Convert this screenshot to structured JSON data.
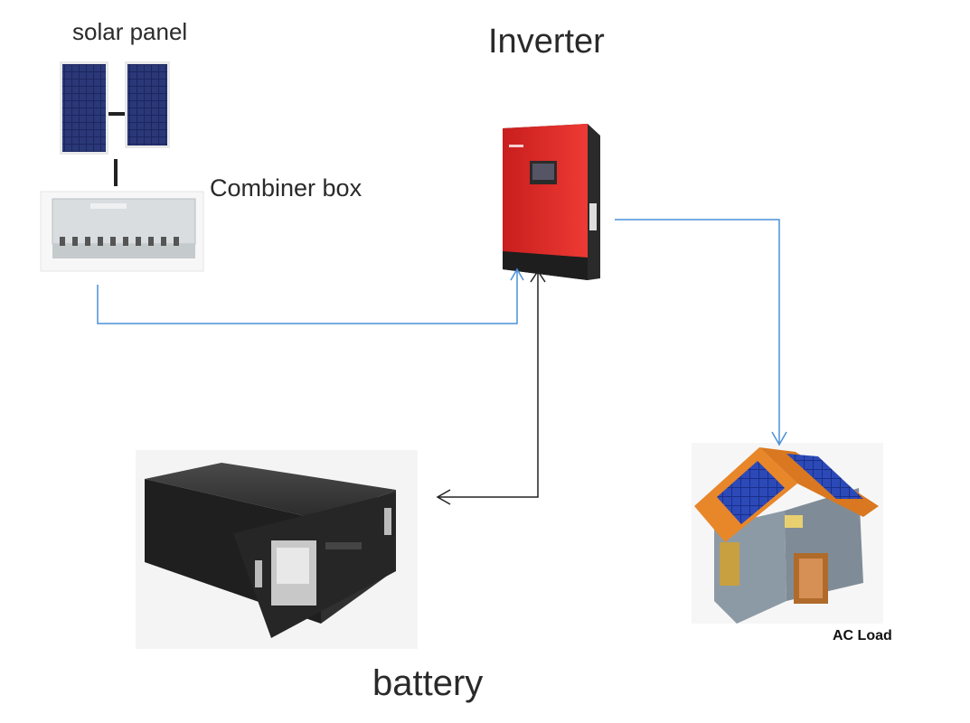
{
  "labels": {
    "solar_panel": "solar panel",
    "inverter": "Inverter",
    "combiner_box": "Combiner box",
    "battery": "battery",
    "ac_load": "AC Load"
  },
  "colors": {
    "power_line": "#4a90d9",
    "battery_line": "#222222",
    "inverter_body": "#e02a2a",
    "roof": "#e8862a",
    "house_wall": "#8c9aa6",
    "solar_cell": "#1a2a6a",
    "battery_body": "#2b2b2b"
  },
  "icons": [
    "solar-panel-icon",
    "combiner-box-icon",
    "inverter-icon",
    "battery-icon",
    "house-icon"
  ]
}
